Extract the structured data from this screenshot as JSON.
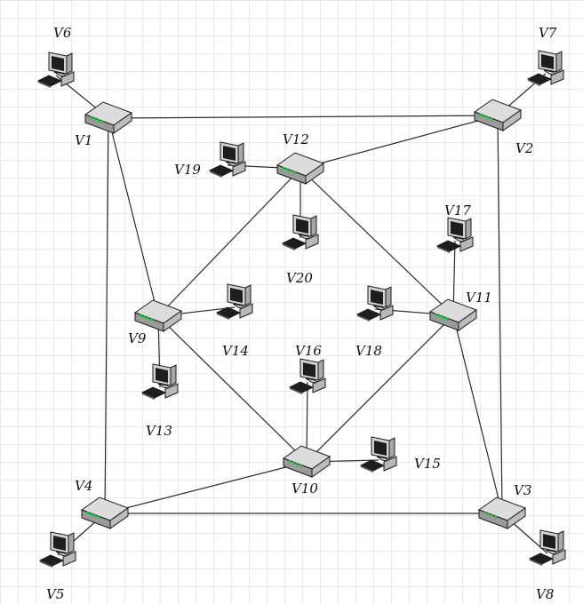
{
  "colors": {
    "grid": "#d6d6d6",
    "link": "#2b2b2b",
    "router_top": "#dcdcdc",
    "router_side": "#9a9a9a",
    "router_led": "#1fbf3a",
    "pc_body": "#d4d4d4",
    "pc_screen": "#1e1e1e",
    "pc_outline": "#1a1a1a"
  },
  "nodes": [
    {
      "id": "V1",
      "label": "V1",
      "kind": "router"
    },
    {
      "id": "V2",
      "label": "V2",
      "kind": "router"
    },
    {
      "id": "V3",
      "label": "V3",
      "kind": "router"
    },
    {
      "id": "V4",
      "label": "V4",
      "kind": "router"
    },
    {
      "id": "V9",
      "label": "V9",
      "kind": "router"
    },
    {
      "id": "V10",
      "label": "V10",
      "kind": "router"
    },
    {
      "id": "V11",
      "label": "V11",
      "kind": "router"
    },
    {
      "id": "V12",
      "label": "V12",
      "kind": "router"
    },
    {
      "id": "V5",
      "label": "V5",
      "kind": "computer"
    },
    {
      "id": "V6",
      "label": "V6",
      "kind": "computer"
    },
    {
      "id": "V7",
      "label": "V7",
      "kind": "computer"
    },
    {
      "id": "V8",
      "label": "V8",
      "kind": "computer"
    },
    {
      "id": "V13",
      "label": "V13",
      "kind": "computer"
    },
    {
      "id": "V14",
      "label": "V14",
      "kind": "computer"
    },
    {
      "id": "V15",
      "label": "V15",
      "kind": "computer"
    },
    {
      "id": "V16",
      "label": "V16",
      "kind": "computer"
    },
    {
      "id": "V17",
      "label": "V17",
      "kind": "computer"
    },
    {
      "id": "V18",
      "label": "V18",
      "kind": "computer"
    },
    {
      "id": "V19",
      "label": "V19",
      "kind": "computer"
    },
    {
      "id": "V20",
      "label": "V20",
      "kind": "computer"
    }
  ],
  "edges": [
    [
      "V1",
      "V2"
    ],
    [
      "V1",
      "V4"
    ],
    [
      "V1",
      "V9"
    ],
    [
      "V1",
      "V6"
    ],
    [
      "V2",
      "V3"
    ],
    [
      "V2",
      "V12"
    ],
    [
      "V2",
      "V7"
    ],
    [
      "V3",
      "V4"
    ],
    [
      "V3",
      "V11"
    ],
    [
      "V3",
      "V8"
    ],
    [
      "V4",
      "V10"
    ],
    [
      "V4",
      "V5"
    ],
    [
      "V9",
      "V12"
    ],
    [
      "V9",
      "V10"
    ],
    [
      "V9",
      "V14"
    ],
    [
      "V9",
      "V13"
    ],
    [
      "V10",
      "V11"
    ],
    [
      "V10",
      "V16"
    ],
    [
      "V10",
      "V15"
    ],
    [
      "V11",
      "V12"
    ],
    [
      "V11",
      "V17"
    ],
    [
      "V11",
      "V18"
    ],
    [
      "V12",
      "V19"
    ],
    [
      "V12",
      "V20"
    ]
  ]
}
